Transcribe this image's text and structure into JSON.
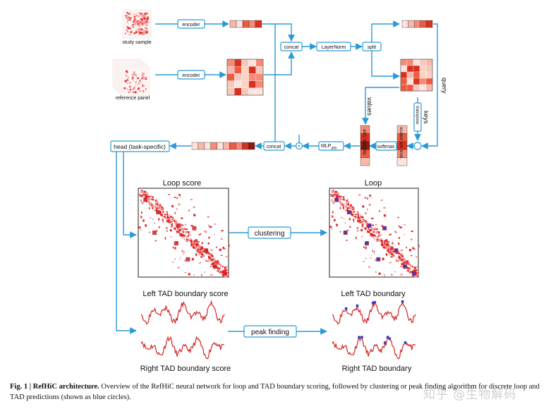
{
  "labels": {
    "study_sample": "study sample",
    "reference_panel": "reference panel",
    "encoder_1": "encoder",
    "encoder_2": "encoder",
    "concat_top": "concat",
    "layernorm": "LayerNorm",
    "split": "split",
    "query": "query",
    "keys": "keys",
    "transpose": "transpose",
    "values": "values",
    "scaled_dot": "scaled dot prod.",
    "softmax": "softmax",
    "attn_weights": "attn. weights",
    "mlp": "MLP",
    "mlp_sub": "attn",
    "odot": "⊙",
    "concat_bottom": "concat",
    "head": "head (task-specific)",
    "loop_score": "Loop score",
    "loop": "Loop",
    "clustering": "clustering",
    "left_tad_score": "Left TAD boundary score",
    "left_tad": "Left TAD boundary",
    "peak_finding": "peak finding",
    "right_tad_score": "Right TAD boundary score",
    "right_tad": "Right TAD boundary"
  },
  "caption": {
    "figure_label": "Fig. 1 | RefHiC architecture.",
    "text": "Overview of the RefHiC neural network for loop and TAD boundary scoring, followed by clustering or peak finding algorithm for discrete loop and TAD predictions (shown as blue circles)."
  },
  "watermark": "知乎 @生物解码",
  "colors": {
    "flow": "#2a9ad6",
    "heat_low": "#fde0dc",
    "heat_high": "#c0161b",
    "signal": "#d42424",
    "prediction": "#3a3fbf"
  }
}
